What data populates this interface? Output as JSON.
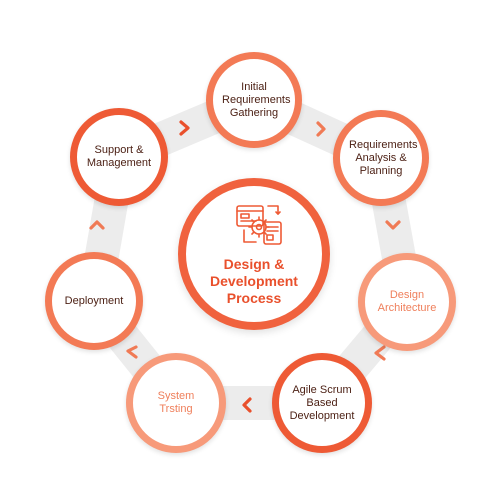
{
  "diagram": {
    "center": {
      "icon": "process-gears-icon",
      "title": "Design &\nDevelopment\nProcess"
    },
    "steps": [
      {
        "id": "initial",
        "label": "Initial\nRequirements\nGathering"
      },
      {
        "id": "analysis",
        "label": "Requirements\nAnalysis &\nPlanning"
      },
      {
        "id": "design",
        "label": "Design\nArchitecture"
      },
      {
        "id": "agile",
        "label": "Agile Scrum\nBased\nDevelopment"
      },
      {
        "id": "testing",
        "label": "System\nTrsting"
      },
      {
        "id": "deploy",
        "label": "Deployment"
      },
      {
        "id": "support",
        "label": "Support &\nManagement"
      }
    ],
    "connector_icon": "chevron-arrow-icon"
  },
  "colors": {
    "accent": "#ee5a35",
    "accent_mid": "#f37a55",
    "accent_light": "#f79a7a",
    "ring": "#ececec"
  }
}
